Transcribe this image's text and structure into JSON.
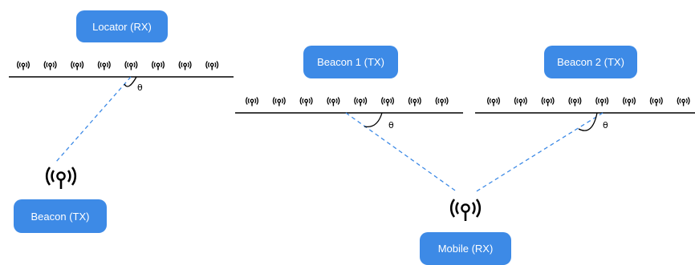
{
  "diagram_left": {
    "locator_label": "Locator (RX)",
    "beacon_label": "Beacon (TX)",
    "angle_symbol": "θ"
  },
  "diagram_right": {
    "beacon1_label": "Beacon 1 (TX)",
    "beacon2_label": "Beacon 2 (TX)",
    "mobile_label": "Mobile (RX)",
    "angle1_symbol": "θ",
    "angle2_symbol": "θ"
  },
  "colors": {
    "box_fill": "#3d8ae6",
    "box_text": "#ffffff",
    "signal_path": "#3d8ae6",
    "lines": "#000000"
  },
  "icons": {
    "antenna": "antenna-icon",
    "large_antenna": "broadcast-antenna-icon"
  }
}
